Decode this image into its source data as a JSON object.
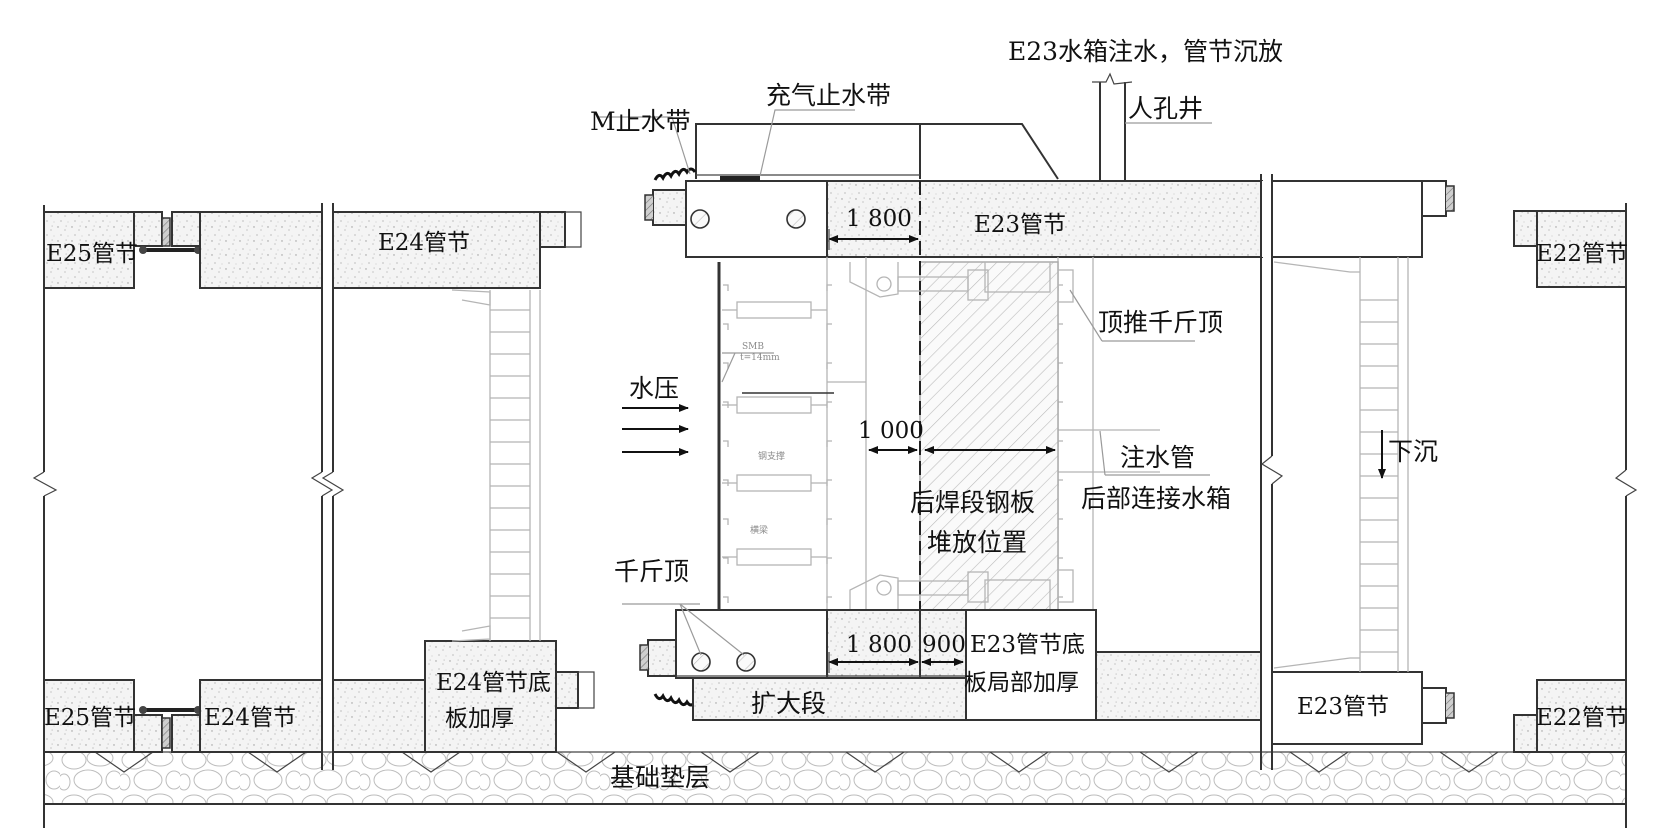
{
  "title": "E23管节沉放施工纵断面示意图",
  "colors": {
    "line": "#333333",
    "text": "#111111",
    "equipment": "#b5b5b5",
    "concrete_fill": "#f4f4f4"
  },
  "labels": {
    "top_operation": "E23水箱注水，管节沉放",
    "manhole": "人孔井",
    "inflatable_seal": "充气止水带",
    "m_seal": "M止水带",
    "e25_top": "E25管节",
    "e24_top": "E24管节",
    "e23_top": "E23管节",
    "e22_top": "E22管节",
    "jacking_jack": "顶推千斤顶",
    "water_pressure": "水压",
    "water_pipe": "注水管",
    "rear_tank": "后部连接水箱",
    "sinking": "下沉",
    "steel_plate_storage_1": "后焊段钢板",
    "steel_plate_storage_2": "堆放位置",
    "jack": "千斤顶",
    "e25_bottom": "E25管节",
    "e24_bottom": "E24管节",
    "e24_floor_1": "E24管节底",
    "e24_floor_2": "板加厚",
    "enlarged_section": "扩大段",
    "e23_floor_1": "E23管节底",
    "e23_floor_2": "板局部加厚",
    "e23_bottom": "E23管节",
    "e22_bottom": "E22管节",
    "foundation": "基础垫层",
    "small_smw": "SMB",
    "small_thickness": "t=14mm",
    "small_brace": "钢支撑",
    "small_beam": "横梁"
  },
  "dimensions": {
    "top_gap": "1 800",
    "mid_gap": "1 000",
    "bottom_gap": "1 800",
    "bottom_small": "900"
  }
}
